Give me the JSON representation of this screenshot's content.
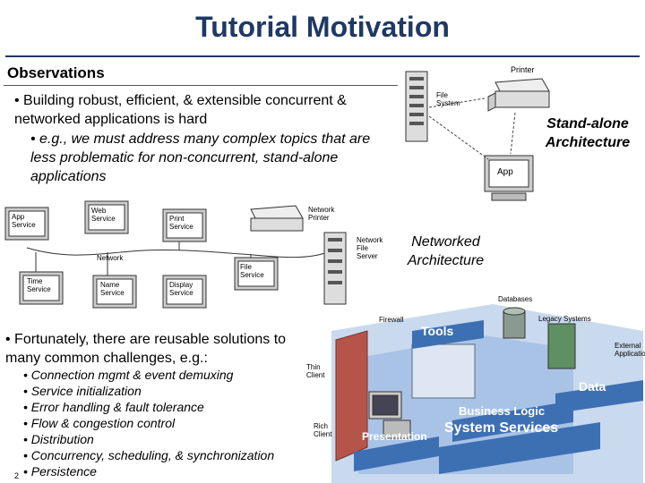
{
  "title": "Tutorial Motivation",
  "observations": {
    "heading": "Observations",
    "bullet1": "Building robust, efficient, & extensible concurrent & networked applications is hard",
    "bullet1_sub": "e.g., we must address many complex topics that are less problematic for non-concurrent, stand-alone applications"
  },
  "standalone": {
    "label": "Stand-alone Architecture",
    "printer": "Printer",
    "file_system": "File System",
    "app": "App"
  },
  "networked": {
    "label": "Networked Architecture",
    "app_service": "App Service",
    "web_service": "Web Service",
    "print_service": "Print Service",
    "network_printer": "Network Printer",
    "network": "Network",
    "file_service": "File Service",
    "network_file_server": "Network File Server",
    "time_service": "Time Service",
    "name_service": "Name Service",
    "display_service": "Display Service"
  },
  "enterprise": {
    "databases": "Databases",
    "firewall": "Firewall",
    "legacy_systems": "Legacy Systems",
    "tools": "Tools",
    "external_applications": "External Applications",
    "thin_client": "Thin Client",
    "data": "Data",
    "business_logic": "Business Logic",
    "rich_client": "Rich Client",
    "presentation": "Presentation",
    "system_services": "System Services"
  },
  "fortunately": {
    "bullet": "Fortunately, there are reusable solutions to many common challenges, e.g.:",
    "items": [
      "Connection mgmt & event demuxing",
      "Service initialization",
      "Error handling & fault tolerance",
      "Flow & congestion control",
      "Distribution",
      "Concurrency, scheduling, & synchronization",
      "Persistence"
    ]
  },
  "page_number": "2",
  "colors": {
    "title": "#1f3864",
    "enterprise_blue": "#3d6fb3"
  }
}
